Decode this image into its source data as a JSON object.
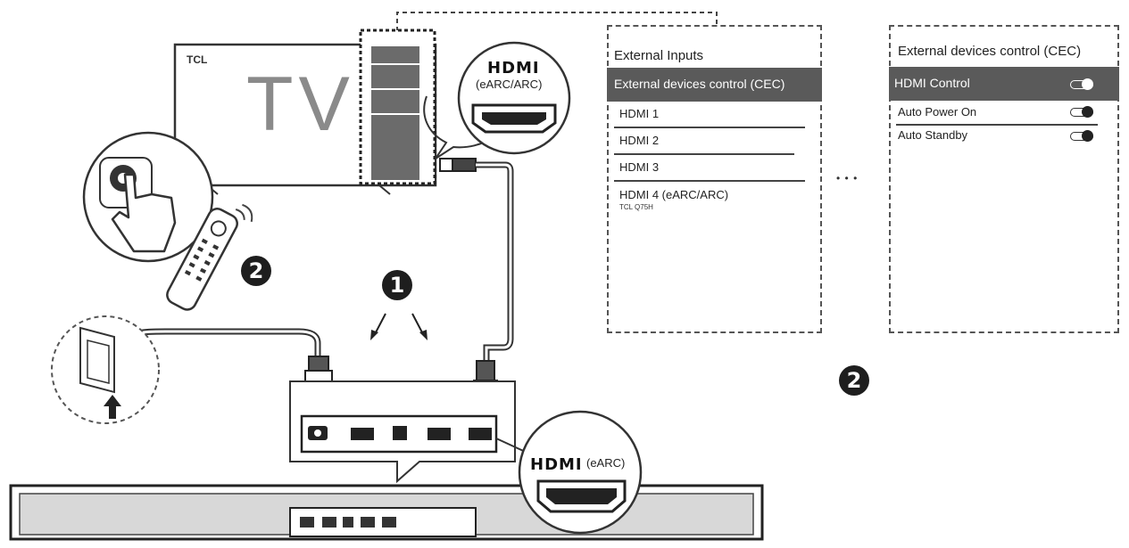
{
  "tv": {
    "brand": "TCL",
    "label": "TV"
  },
  "badges": {
    "step1": "1",
    "step2_remote": "2",
    "step2_menu": "2"
  },
  "tv_port_callout": {
    "logo": "HDMI",
    "sublabel": "(eARC/ARC)"
  },
  "soundbar_callout": {
    "logo": "HDMI",
    "sublabel": "(eARC)"
  },
  "ellipsis": "• • •",
  "external_inputs_panel": {
    "title": "External Inputs",
    "highlighted": "External devices control (CEC)",
    "items": [
      "HDMI 1",
      "HDMI 2",
      "HDMI 3",
      "HDMI 4 (eARC/ARC)"
    ],
    "item4_sub": "TCL Q75H"
  },
  "cec_panel": {
    "title": "External devices control (CEC)",
    "rows": [
      {
        "label": "HDMI Control",
        "state": "on"
      },
      {
        "label": "Auto Power On",
        "state": "on"
      },
      {
        "label": "Auto Standby",
        "state": "on"
      }
    ]
  },
  "icons": [
    "gear-icon",
    "hand-pointer-icon",
    "remote-control-icon",
    "wall-outlet-icon",
    "up-arrow-icon",
    "hdmi-port-icon",
    "power-cable-icon",
    "hdmi-cable-icon",
    "soundbar-icon"
  ]
}
